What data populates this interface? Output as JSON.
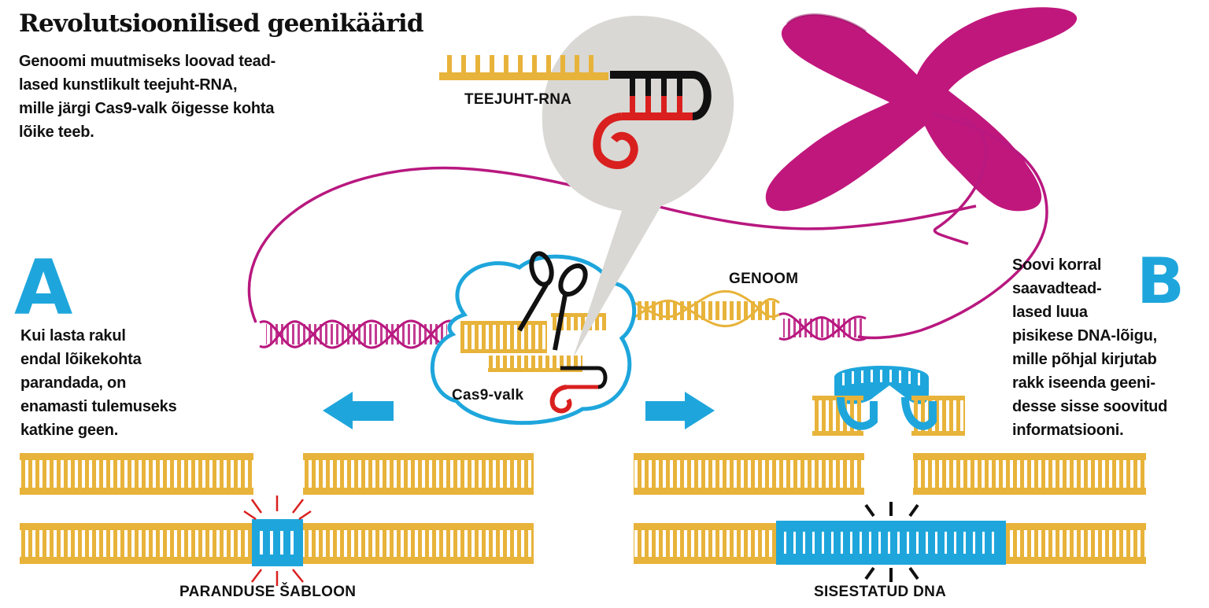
{
  "title": "Revolutsioonilised geenikäärid",
  "intro_lines": [
    "Genoomi muutmiseks loovad tead-",
    "lased kunstlikult teejuht-RNA,",
    "mille järgi Cas9-valk õigesse kohta",
    "lõike teeb."
  ],
  "section_a": {
    "letter": "A",
    "lines": [
      "Kui lasta rakul",
      "endal lõikekohta",
      "parandada, on",
      "enamasti tulemuseks",
      "katkine geen."
    ]
  },
  "section_b": {
    "letter": "B",
    "lines": [
      "Soovi korral",
      "saavadtead-",
      "lased luua",
      "pisikese DNA-lõigu,",
      "mille põhjal kirjutab",
      "rakk iseenda geeni-",
      "desse sisse soovitud",
      "informatsiooni."
    ]
  },
  "labels": {
    "guide_rna": "TEEJUHT-RNA",
    "genome": "GENOOM",
    "cas9": "Cas9-valk",
    "repair_template": "PARANDUSE ŠABLOON",
    "inserted_dna": "SISESTATUD DNA"
  },
  "icons": [
    "scissors-icon",
    "arrow-left-icon",
    "arrow-right-icon",
    "chromosome-icon",
    "guide-rna-icon"
  ],
  "colors": {
    "magenta": "#b8187f",
    "gold": "#e8b33a",
    "blue": "#1ea6dc",
    "red": "#d9201f",
    "bubble_gray": "#d9d8d4",
    "text": "#111111"
  }
}
